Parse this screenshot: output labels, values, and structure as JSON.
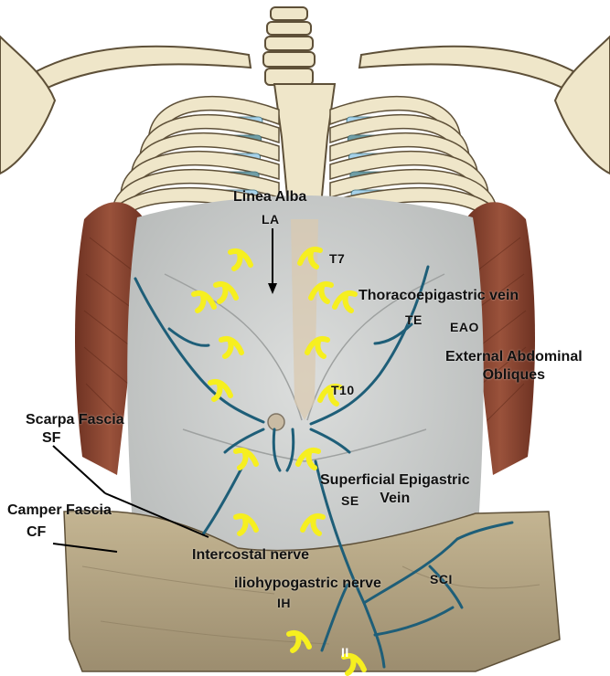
{
  "figure": {
    "labels": {
      "linea_alba": "Linea Alba",
      "la": "LA",
      "t7": "T7",
      "thoracoepigastric_vein": "Thoracoepigastric vein",
      "te": "TE",
      "eao": "EAO",
      "external_abdominal_obliques": "External Abdominal\nObliques",
      "t10": "T10",
      "scarpa_fascia": "Scarpa Fascia",
      "sf": "SF",
      "superficial_epigastric_vein": "Superficial Epigastric\nVein",
      "se": "SE",
      "camper_fascia": "Camper Fascia",
      "cf": "CF",
      "intercostal_nerve": "Intercostal nerve",
      "iliohypogastric_nerve": "iliohypogastric nerve",
      "ih": "IH",
      "sci": "SCI",
      "ii": "II"
    },
    "colors": {
      "bone": "#efe6c9",
      "bone_outline": "#5e5038",
      "cartilage": "#6f9ea6",
      "intercostal": "#a6d2ea",
      "muscle": "#8a4330",
      "skin": "#cfd2d1",
      "fascia_layer": "#b8a88a",
      "nerve": "#f6ef1f",
      "vein": "#1e5e78"
    }
  }
}
